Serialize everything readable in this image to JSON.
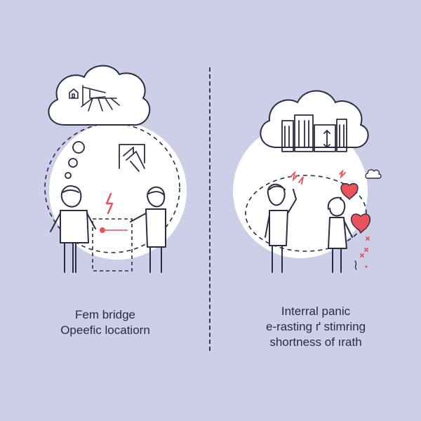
{
  "left_panel": {
    "caption_lines": [
      "Fem bridge",
      "Opeefic locatiorn"
    ]
  },
  "right_panel": {
    "caption_lines": [
      "Interral panic",
      "e-rasting ґ stimring",
      "shortness of ırath"
    ]
  },
  "colors": {
    "background": "#cdcfe8",
    "circle": "#ffffff",
    "line": "#2c2c44",
    "accent": "#e8525a"
  }
}
